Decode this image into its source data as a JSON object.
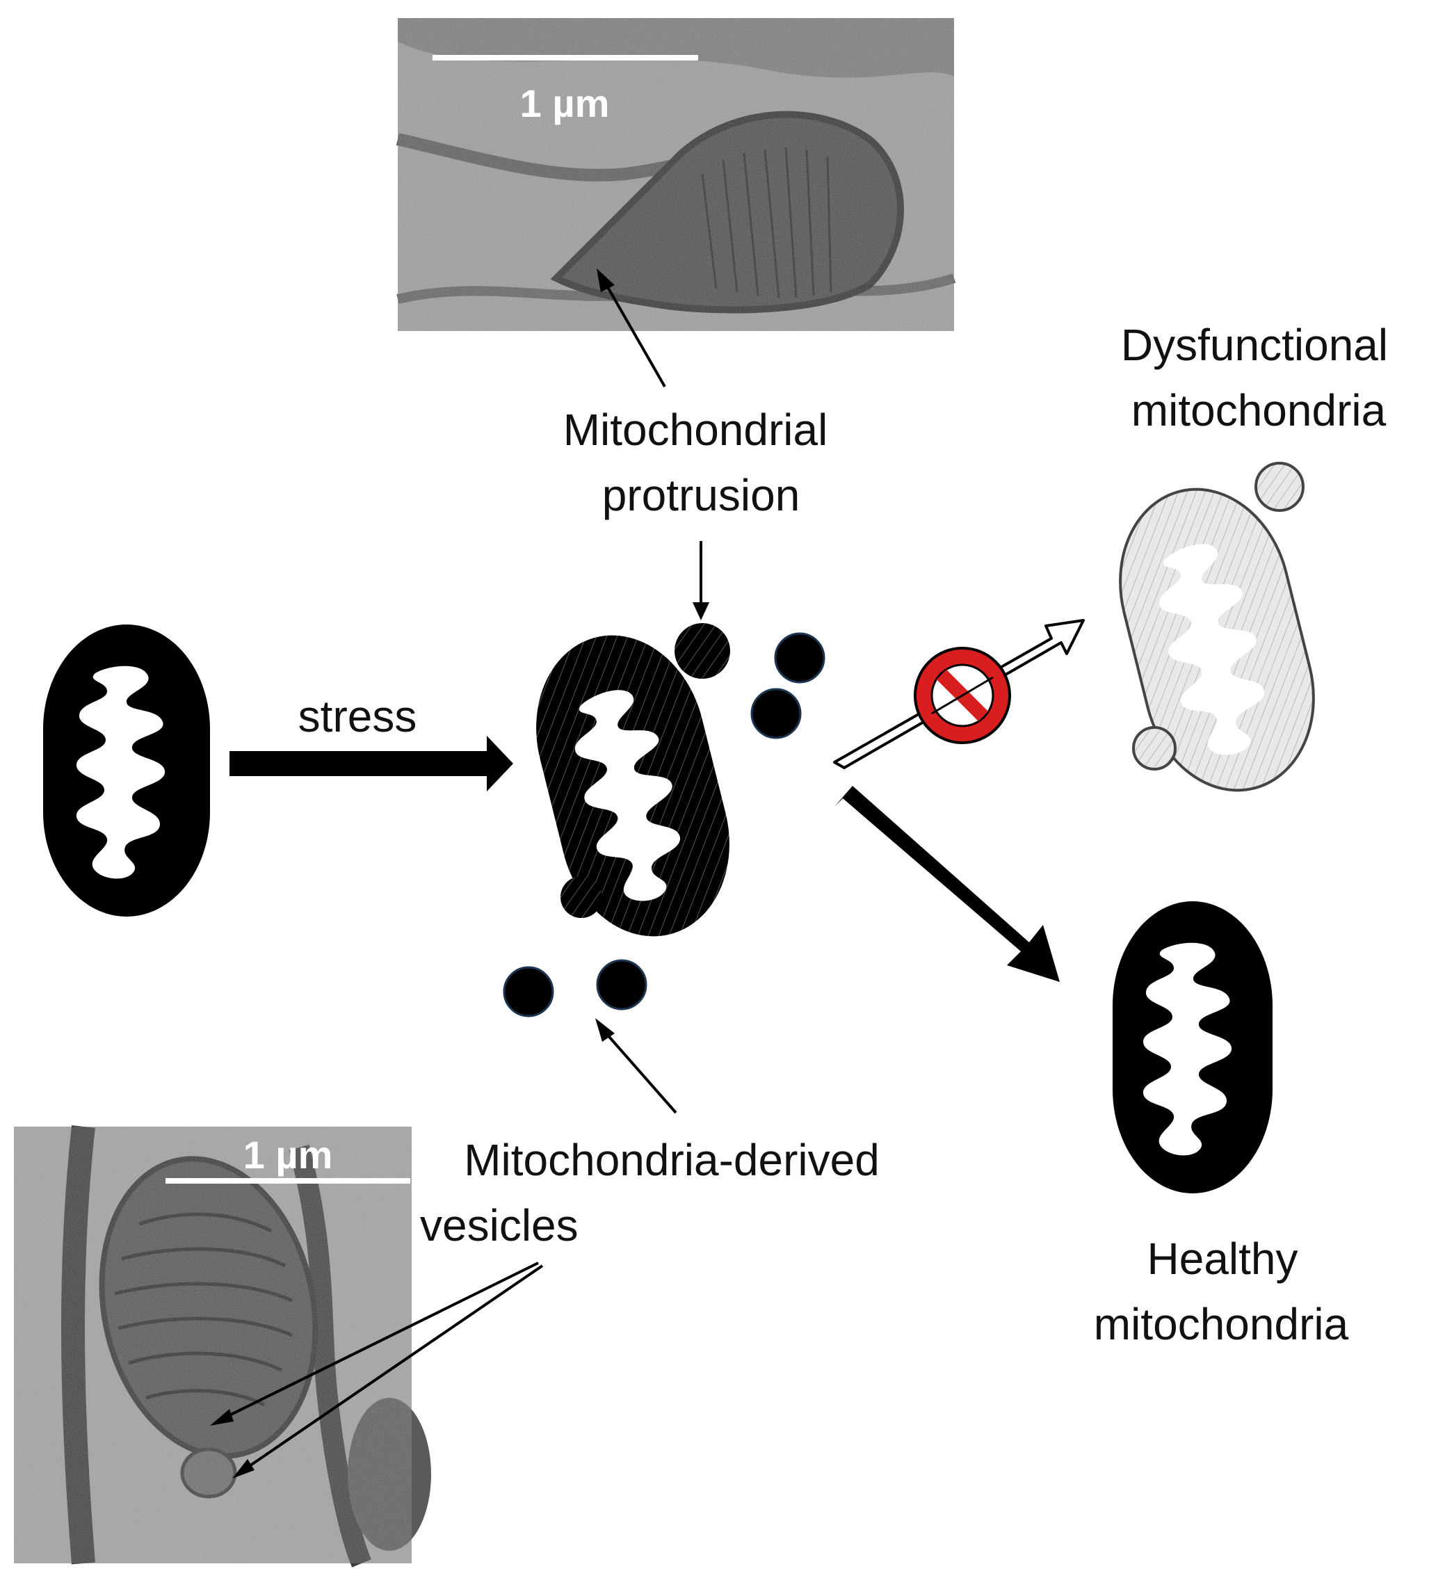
{
  "micrographs": {
    "top": {
      "scale_bar_label": "1 µm"
    },
    "bottom": {
      "scale_bar_label": "1 µm"
    }
  },
  "labels": {
    "protrusion_line1": "Mitochondrial",
    "protrusion_line2": "protrusion",
    "stress": "stress",
    "dysfunctional_line1": "Dysfunctional",
    "dysfunctional_line2": "mitochondria",
    "healthy_line1": "Healthy",
    "healthy_line2": "mitochondria",
    "mdv_line1": "Mitochondria-derived",
    "mdv_line2": "vesicles"
  },
  "icons": {
    "prohibited": "no-entry-icon"
  },
  "colors": {
    "ink": "#000000",
    "prohibit_red": "#d81e1e",
    "vesicle_edge": "#1c3550",
    "dysfunctional_fill": "#e4e4e4"
  }
}
